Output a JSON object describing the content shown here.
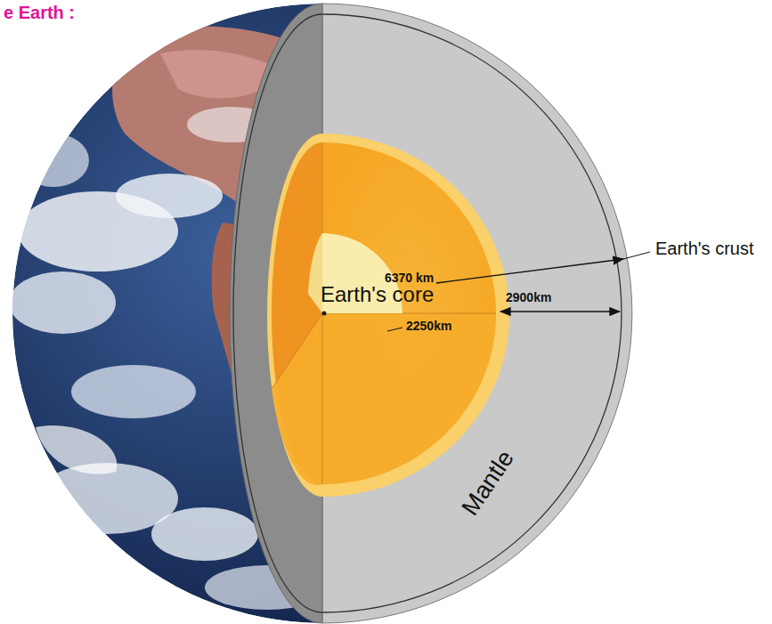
{
  "diagram": {
    "title": "e Earth :",
    "labels": [
      "Earth's crust",
      "6370 km",
      "2900km",
      "Earth's core",
      "2250km",
      "Mantle"
    ]
  }
}
